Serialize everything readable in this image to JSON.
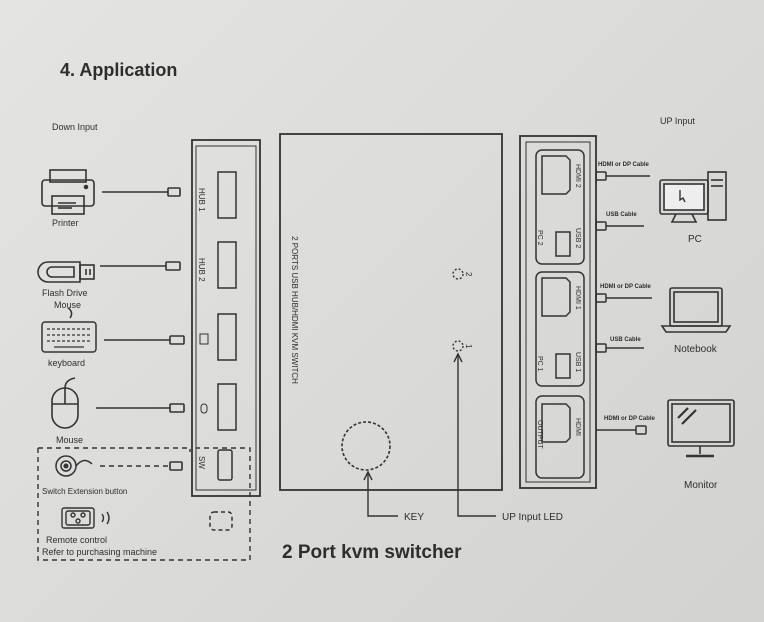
{
  "heading": "4. Application",
  "down_input": "Down Input",
  "up_input": "UP Input",
  "left_devices": {
    "printer": "Printer",
    "flash": "Flash Drive",
    "mouse_top": "Mouse",
    "keyboard": "keyboard",
    "mouse": "Mouse",
    "switch_ext": "Switch Extension button",
    "remote1": "Remote control",
    "remote2": "Refer to purchasing machine"
  },
  "hub_ports": {
    "hub1": "HUB 1",
    "hub2": "HUB 2",
    "sw": "SW"
  },
  "center": {
    "vertical_title": "2 PORTS USB HUB/HDMI KVM SWITCH",
    "led1": "1",
    "led2": "2",
    "key": "KEY",
    "led_label": "UP Input LED"
  },
  "right_panel": {
    "hdmi2": "HDMI 2",
    "usb2": "USB 2",
    "pc2": "PC 2",
    "hdmi1": "HDMI 1",
    "usb1": "USB 1",
    "pc1": "PC 1",
    "hdmi": "HDMI",
    "output": "OUTPUT"
  },
  "cables": {
    "c1": "HDMI or DP Cable",
    "c2": "USB Cable",
    "c3": "HDMI or DP Cable",
    "c4": "USB Cable",
    "c5": "HDMI or DP Cable"
  },
  "right_devices": {
    "pc": "PC",
    "notebook": "Notebook",
    "monitor": "Monitor"
  },
  "caption": "2 Port kvm switcher"
}
